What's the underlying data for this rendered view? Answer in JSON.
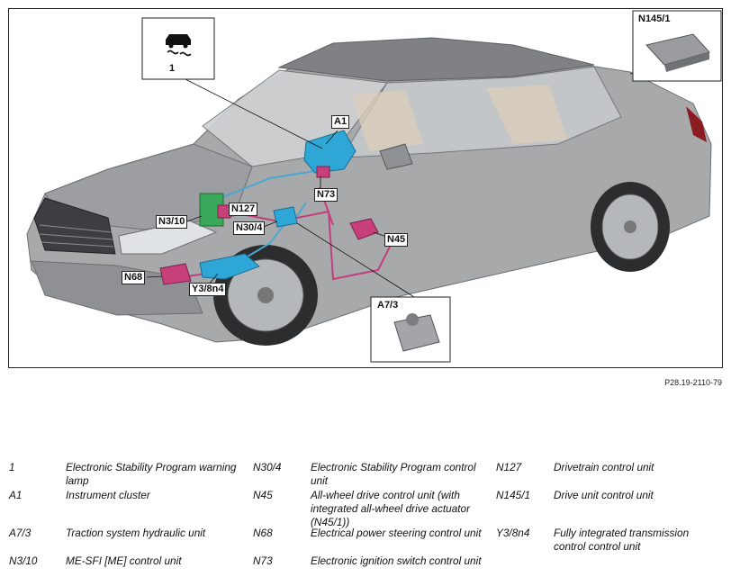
{
  "figure_ref": "P28.19-2110-79",
  "callouts": {
    "warning_lamp_number": "1",
    "A1": "A1",
    "N73": "N73",
    "N127": "N127",
    "N3_10": "N3/10",
    "N30_4": "N30/4",
    "N45": "N45",
    "N68": "N68",
    "Y3_8n4": "Y3/8n4",
    "A7_3": "A7/3",
    "N145_1": "N145/1"
  },
  "legend": [
    {
      "code": "1",
      "desc": "Electronic Stability Program warning lamp"
    },
    {
      "code": "A1",
      "desc": "Instrument cluster"
    },
    {
      "code": "A7/3",
      "desc": "Traction system hydraulic unit"
    },
    {
      "code": "N3/10",
      "desc": "ME-SFI [ME] control unit"
    },
    {
      "code": "N30/4",
      "desc": "Electronic Stability Program control unit"
    },
    {
      "code": "N45",
      "desc": "All-wheel drive control unit (with integrated all-wheel drive actuator (N45/1))"
    },
    {
      "code": "N68",
      "desc": "Electrical power steering control unit"
    },
    {
      "code": "N73",
      "desc": "Electronic ignition switch control unit"
    },
    {
      "code": "N127",
      "desc": "Drivetrain control unit"
    },
    {
      "code": "N145/1",
      "desc": "Drive unit control unit"
    },
    {
      "code": "Y3/8n4",
      "desc": "Fully integrated transmission control control unit"
    }
  ],
  "colors": {
    "car_body": "#a7a9ab",
    "component_blue": "#2ea6d6",
    "component_magenta": "#c8407a",
    "component_green": "#3aa85a",
    "wire_blue": "#4aa8d0",
    "wire_magenta": "#c0407c"
  }
}
